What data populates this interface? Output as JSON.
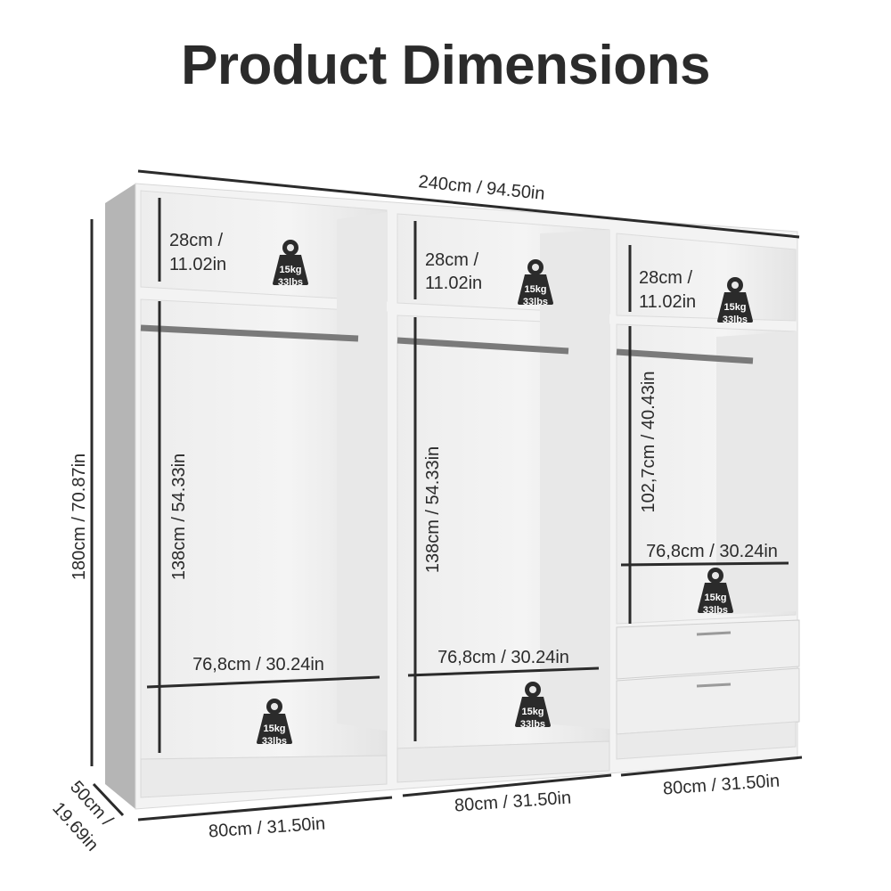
{
  "title": "Product Dimensions",
  "overall": {
    "width": "240cm / 94.50in",
    "height": "180cm / 70.87in",
    "depth_line1": "50cm /",
    "depth_line2": "19.69in"
  },
  "sections": [
    {
      "top_shelf_line1": "28cm /",
      "top_shelf_line2": "11.02in",
      "hanging_height": "138cm / 54.33in",
      "inner_width": "76,8cm / 30.24in",
      "section_width": "80cm / 31.50in",
      "top_weight_kg": "15kg",
      "top_weight_lbs": "33lbs",
      "bottom_weight_kg": "15kg",
      "bottom_weight_lbs": "33lbs"
    },
    {
      "top_shelf_line1": "28cm /",
      "top_shelf_line2": "11.02in",
      "hanging_height": "138cm / 54.33in",
      "inner_width": "76,8cm / 30.24in",
      "section_width": "80cm / 31.50in",
      "top_weight_kg": "15kg",
      "top_weight_lbs": "33lbs",
      "bottom_weight_kg": "15kg",
      "bottom_weight_lbs": "33lbs"
    },
    {
      "top_shelf_line1": "28cm /",
      "top_shelf_line2": "11.02in",
      "hanging_height": "102,7cm / 40.43in",
      "inner_width": "76,8cm / 30.24in",
      "section_width": "80cm / 31.50in",
      "top_weight_kg": "15kg",
      "top_weight_lbs": "33lbs",
      "bottom_weight_kg": "15kg",
      "bottom_weight_lbs": "33lbs",
      "drawers": 2
    }
  ],
  "colors": {
    "text": "#2b2b2b",
    "cabinet": "#f2f2f2",
    "cabinet_inner": "#e6e6e6",
    "side_panel": "#b5b5b5",
    "rod": "#7a7a7a",
    "weight_badge": "#2b2b2b"
  }
}
